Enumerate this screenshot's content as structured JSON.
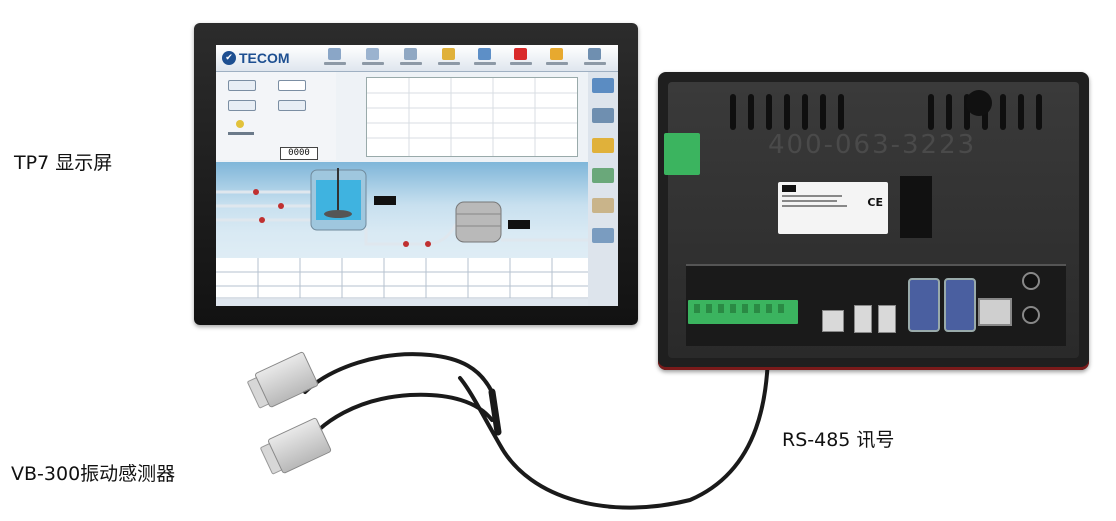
{
  "labels": {
    "display": "TP7 显示屏",
    "signal": "RS-485 讯号",
    "sensor": "VB-300振动感测器"
  },
  "hmi": {
    "logo": "TECOM",
    "counter": "0000"
  },
  "device": {
    "watermark": "400-063-3223",
    "spec_ce": "CE"
  }
}
